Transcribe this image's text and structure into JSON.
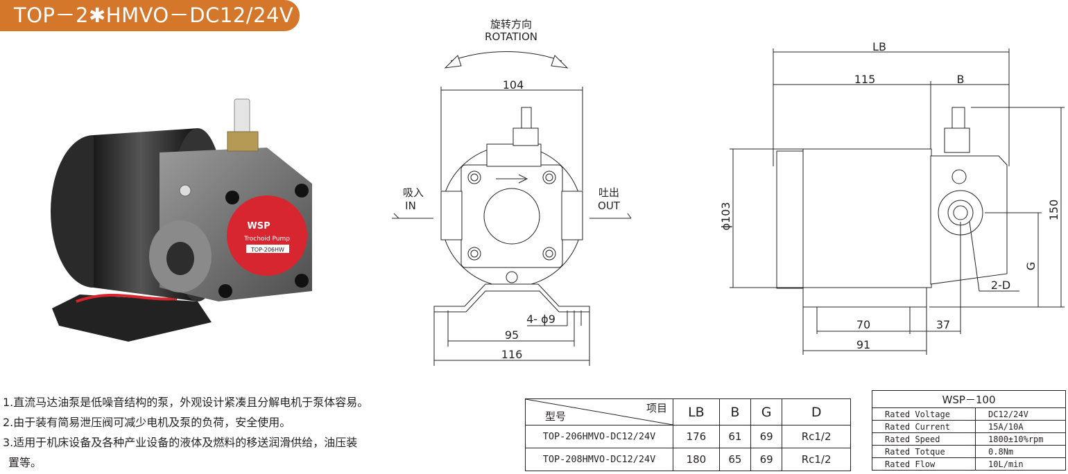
{
  "title": "TOP－2✱HMVO－DC12/24V",
  "front_view": {
    "rotation_cn": "旋转方向",
    "rotation_en": "ROTATION",
    "inlet_cn": "吸入",
    "inlet_en": "IN",
    "outlet_cn": "吐出",
    "outlet_en": "OUT",
    "dim_104": "104",
    "dim_hole": "4- ϕ9",
    "dim_95": "95",
    "dim_116": "116"
  },
  "side_view": {
    "dim_LB": "LB",
    "dim_115": "115",
    "dim_B": "B",
    "dim_103": "ϕ103",
    "dim_150": "150",
    "dim_G": "G",
    "dim_2D": "2-D",
    "dim_70": "70",
    "dim_37": "37",
    "dim_91": "91"
  },
  "pump_label": {
    "brand": "WSP",
    "subtitle": "Trochoid Pump",
    "type": "TOP-206HW"
  },
  "features": [
    "1.直流马达油泵是低噪音结构的泵，外观设计紧凑且分解电机于泵体容易。",
    "2.由于装有简易泄压阀可减少电机及泵的负荷，安全使用。",
    "3.适用于机床设备及各种产业设备的液体及燃料的移送润滑供给，油压装",
    "置等。"
  ],
  "spec_table": {
    "corner_item": "项目",
    "corner_model": "型号",
    "headers": [
      "LB",
      "B",
      "G",
      "D"
    ],
    "rows": [
      {
        "model": "TOP-206HMVO-DC12/24V",
        "LB": "176",
        "B": "61",
        "G": "69",
        "D": "Rc1/2"
      },
      {
        "model": "TOP-208HMVO-DC12/24V",
        "LB": "180",
        "B": "65",
        "G": "69",
        "D": "Rc1/2"
      }
    ]
  },
  "wsp_table": {
    "header": "WSP－100",
    "rows": [
      {
        "label": "Rated Voltage",
        "value": "DC12/24V"
      },
      {
        "label": "Rated Current",
        "value": "15A/10A"
      },
      {
        "label": "Rated Speed",
        "value": "1800±10%rpm"
      },
      {
        "label": "Rated Totque",
        "value": "0.8Nm"
      },
      {
        "label": "Rated Flow",
        "value": "10L/min"
      }
    ]
  },
  "colors": {
    "accent": "#d5772b",
    "ink": "#231f20",
    "pump_red": "#d7262f"
  }
}
